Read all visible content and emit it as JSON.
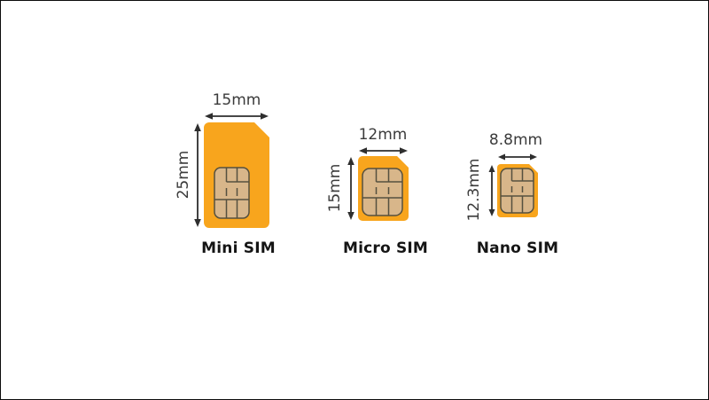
{
  "diagram": {
    "type": "sim-card-size-comparison",
    "cards": [
      {
        "name": "Mini SIM",
        "width": "15mm",
        "height": "25mm"
      },
      {
        "name": "Micro SIM",
        "width": "12mm",
        "height": "15mm"
      },
      {
        "name": "Nano SIM",
        "width": "8.8mm",
        "height": "12.3mm"
      }
    ],
    "colors": {
      "card_body": "#f8a51d",
      "chip": "#d8b68a",
      "chip_outline": "#55503f",
      "dimension_text": "#3b3b3b",
      "arrow": "#2e2e2e",
      "label_text": "#151515",
      "background": "#ffffff",
      "frame_border": "#0b0b0b"
    }
  }
}
